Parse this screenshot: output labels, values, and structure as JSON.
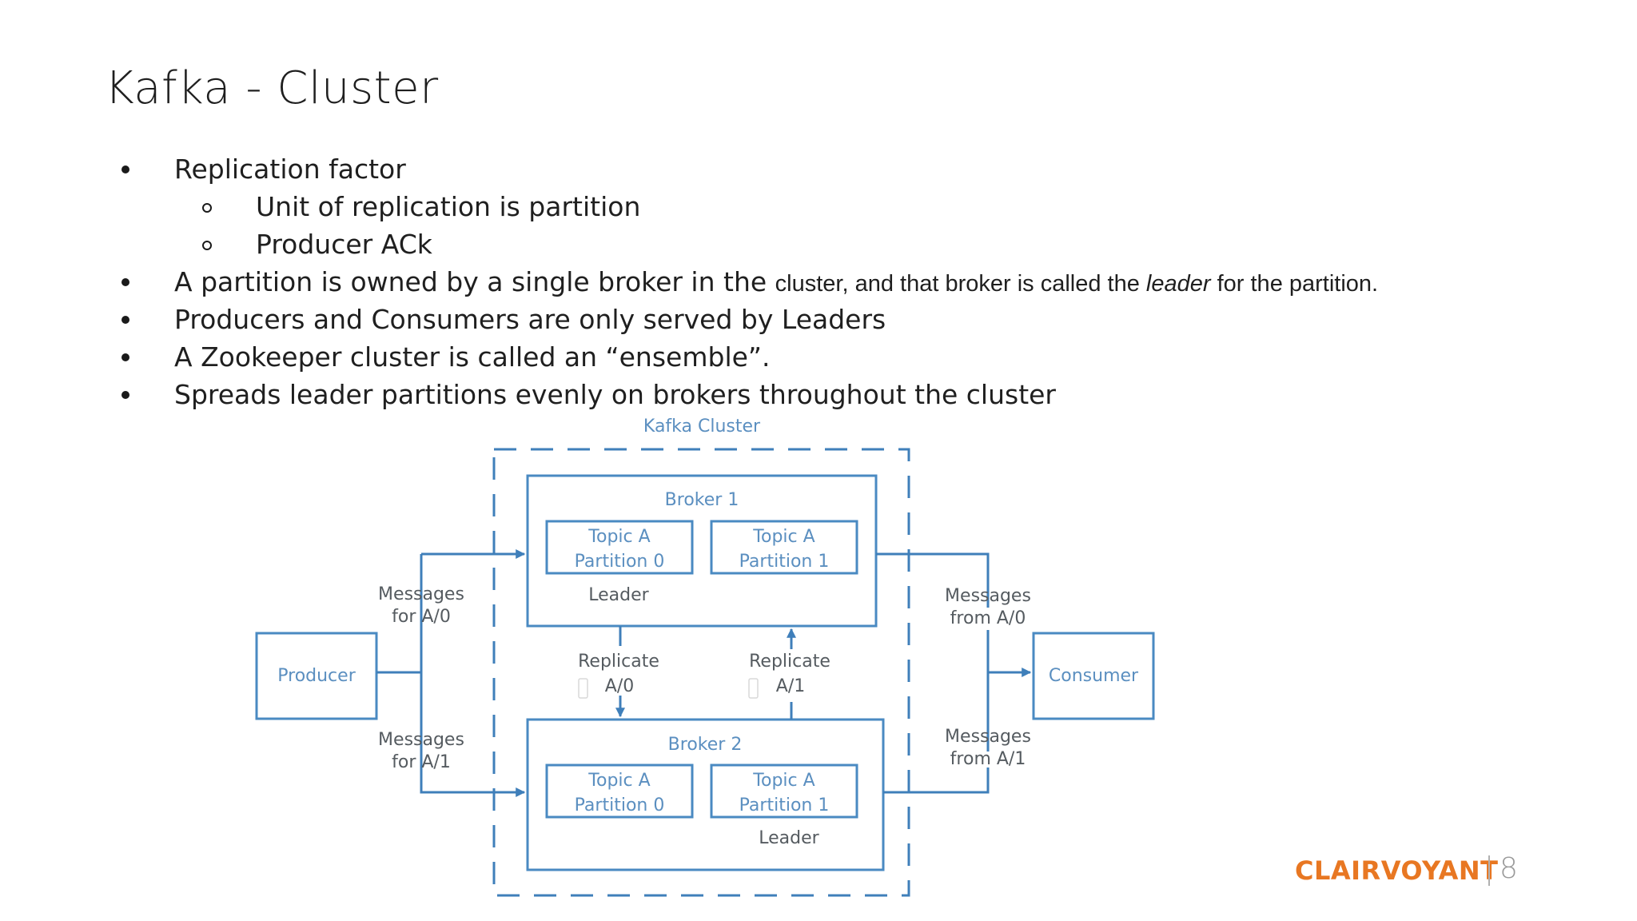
{
  "slide": {
    "title": "Kafka - Cluster",
    "bullets": [
      {
        "level": 1,
        "text": "Replication factor"
      },
      {
        "level": 2,
        "text": "Unit of replication is partition"
      },
      {
        "level": 2,
        "text": "Producer ACk"
      },
      {
        "level": 1,
        "text_a": "A partition is owned by a single broker in the ",
        "text_b": "cluster, and that broker is called the ",
        "text_c": "leader",
        "text_d": " for the partition."
      },
      {
        "level": 1,
        "text": "Producers and Consumers are only served by Leaders"
      },
      {
        "level": 1,
        "text": "A Zookeeper cluster is called an “ensemble”."
      },
      {
        "level": 1,
        "text": "Spreads leader partitions evenly on brokers throughout the cluster"
      }
    ]
  },
  "diagram": {
    "cluster_label": "Kafka Cluster",
    "broker1": {
      "label": "Broker 1",
      "p0_line1": "Topic A",
      "p0_line2": "Partition 0",
      "p1_line1": "Topic A",
      "p1_line2": "Partition 1",
      "leader": "Leader"
    },
    "broker2": {
      "label": "Broker 2",
      "p0_line1": "Topic A",
      "p0_line2": "Partition 0",
      "p1_line1": "Topic A",
      "p1_line2": "Partition 1",
      "leader": "Leader"
    },
    "producer": "Producer",
    "consumer": "Consumer",
    "msg_for_a0_l1": "Messages",
    "msg_for_a0_l2": "for A/0",
    "msg_for_a1_l1": "Messages",
    "msg_for_a1_l2": "for A/1",
    "msg_from_a0_l1": "Messages",
    "msg_from_a0_l2": "from A/0",
    "msg_from_a1_l1": "Messages",
    "msg_from_a1_l2": "from A/1",
    "rep_a0_l1": "Replicate",
    "rep_a0_l2": "A/0",
    "rep_a1_l1": "Replicate",
    "rep_a1_l2": "A/1",
    "colors": {
      "box": "#4a8ac2",
      "line": "#3f7fba",
      "label": "#5b8fc0",
      "text": "#555b60"
    }
  },
  "footer": {
    "brand": "CLAIRVOYANT",
    "page": "8",
    "brand_color": "#e87722"
  }
}
